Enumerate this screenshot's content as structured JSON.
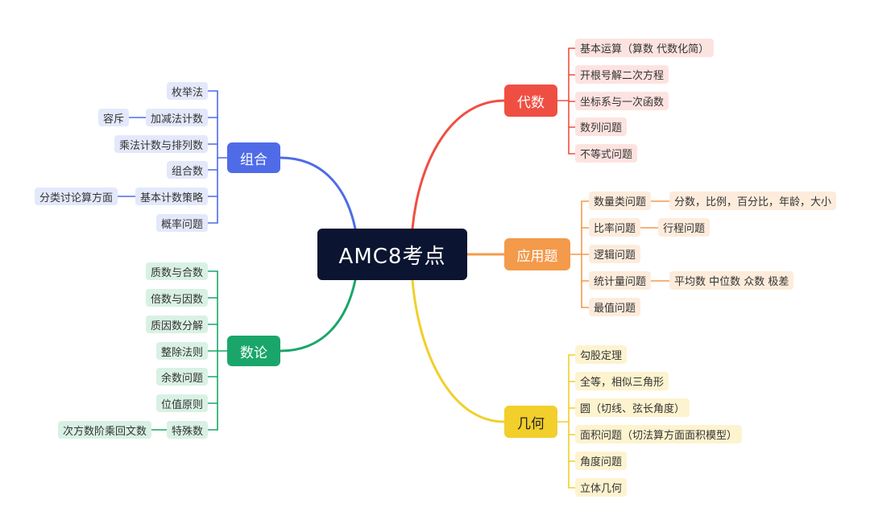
{
  "root": {
    "label": "AMC8考点"
  },
  "colors": {
    "root": "#0b1430",
    "zuhe": "#4f6be8",
    "daishu": "#ef4f42",
    "yingyong": "#f39a4b",
    "shulun": "#1aa66a",
    "jihe": "#f2cf2b",
    "leaf_zuhe": "#e3e8fb",
    "leaf_daishu": "#fde3e0",
    "leaf_yingyong": "#fdecdc",
    "leaf_shulun": "#d9f1e4",
    "leaf_jihe": "#fdf3cf"
  },
  "branches": {
    "zuhe": {
      "label": "组合",
      "items": [
        {
          "label": "枚举法"
        },
        {
          "label": "加减法计数",
          "child": "容斥"
        },
        {
          "label": "乘法计数与排列数"
        },
        {
          "label": "组合数"
        },
        {
          "label": "基本计数策略",
          "child": "分类讨论算方面"
        },
        {
          "label": "概率问题"
        }
      ]
    },
    "shulun": {
      "label": "数论",
      "items": [
        {
          "label": "质数与合数"
        },
        {
          "label": "倍数与因数"
        },
        {
          "label": "质因数分解"
        },
        {
          "label": "整除法则"
        },
        {
          "label": "余数问题"
        },
        {
          "label": "位值原则"
        },
        {
          "label": "特殊数",
          "child": "次方数阶乘回文数"
        }
      ]
    },
    "daishu": {
      "label": "代数",
      "items": [
        {
          "label": "基本运算（算数 代数化简）"
        },
        {
          "label": "开根号解二次方程"
        },
        {
          "label": "坐标系与一次函数"
        },
        {
          "label": "数列问题"
        },
        {
          "label": "不等式问题"
        }
      ]
    },
    "yingyong": {
      "label": "应用题",
      "items": [
        {
          "label": "数量类问题",
          "child": "分数，比例，百分比，年龄，大小"
        },
        {
          "label": "比率问题",
          "child": "行程问题"
        },
        {
          "label": "逻辑问题"
        },
        {
          "label": "统计量问题",
          "child": "平均数 中位数 众数 极差"
        },
        {
          "label": "最值问题"
        }
      ]
    },
    "jihe": {
      "label": "几何",
      "items": [
        {
          "label": "勾股定理"
        },
        {
          "label": "全等，相似三角形"
        },
        {
          "label": "圆（切线、弦长角度）"
        },
        {
          "label": "面积问题（切法算方面面积模型）"
        },
        {
          "label": "角度问题"
        },
        {
          "label": "立体几何"
        }
      ]
    }
  }
}
